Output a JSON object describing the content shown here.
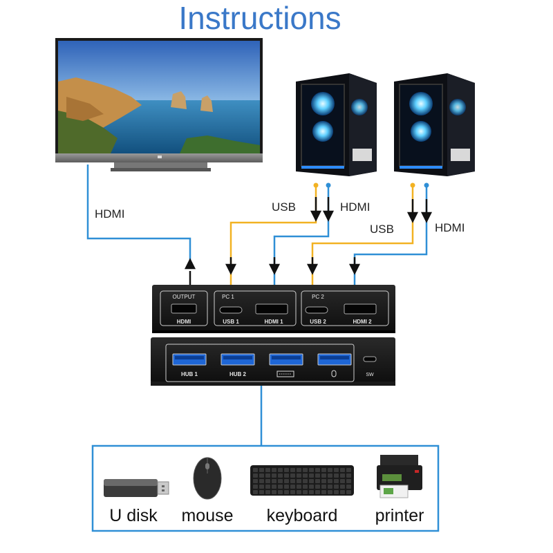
{
  "title": "Instructions",
  "wires": {
    "monitor_label": "HDMI",
    "pc1_usb_label": "USB",
    "pc1_hdmi_label": "HDMI",
    "pc2_usb_label": "USB",
    "pc2_hdmi_label": "HDMI"
  },
  "switch_front": {
    "output_top": "OUTPUT",
    "output_bottom": "HDMI",
    "pc1_group": "PC 1",
    "pc1_usb": "USB 1",
    "pc1_hdmi": "HDMI 1",
    "pc2_group": "PC 2",
    "pc2_usb": "USB 2",
    "pc2_hdmi": "HDMI 2"
  },
  "switch_back": {
    "hub1": "HUB 1",
    "hub2": "HUB 2",
    "sw": "SW"
  },
  "devices": [
    {
      "label": "U disk",
      "icon": "usb-drive-icon"
    },
    {
      "label": "mouse",
      "icon": "mouse-icon"
    },
    {
      "label": "keyboard",
      "icon": "keyboard-icon"
    },
    {
      "label": "printer",
      "icon": "printer-icon"
    }
  ],
  "colors": {
    "title": "#3a78c8",
    "hdmi_wire": "#2f8fd6",
    "usb_wire": "#f2b222",
    "device_frame": "#2f8fd6",
    "switch_body": "#151515"
  }
}
